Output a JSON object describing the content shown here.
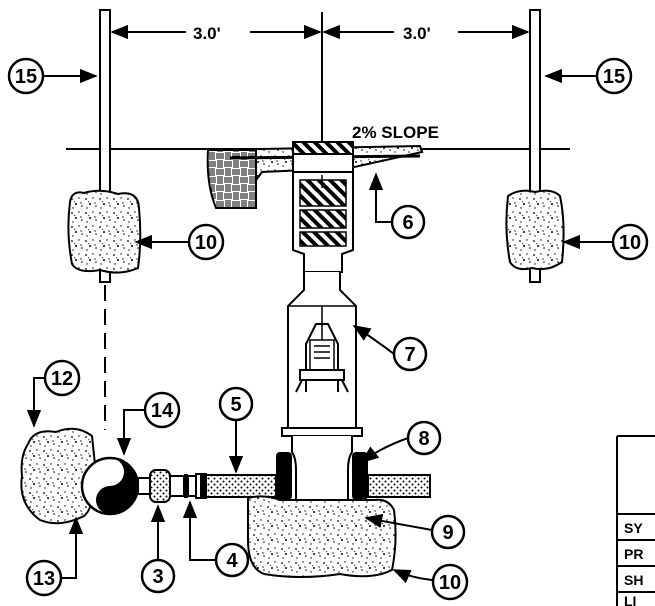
{
  "dimensions": {
    "left": "3.0'",
    "right": "3.0'"
  },
  "slope_note": "2% SLOPE",
  "callouts": [
    "15",
    "15",
    "6",
    "10",
    "10",
    "7",
    "12",
    "14",
    "5",
    "8",
    "9",
    "13",
    "3",
    "4",
    "10"
  ],
  "table_rows": [
    "SY",
    "PR",
    "SH",
    "LI"
  ]
}
